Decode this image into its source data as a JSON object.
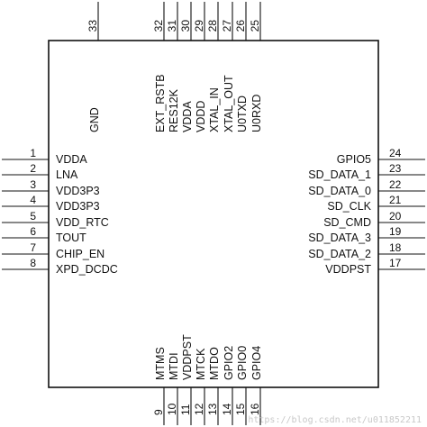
{
  "pins": {
    "top": [
      {
        "num": "33",
        "name": "GND"
      },
      {
        "num": "32",
        "name": "EXT_RSTB"
      },
      {
        "num": "31",
        "name": "RES12K"
      },
      {
        "num": "30",
        "name": "VDDA"
      },
      {
        "num": "29",
        "name": "VDDD"
      },
      {
        "num": "28",
        "name": "XTAL_IN"
      },
      {
        "num": "27",
        "name": "XTAL_OUT"
      },
      {
        "num": "26",
        "name": "U0TXD"
      },
      {
        "num": "25",
        "name": "U0RXD"
      }
    ],
    "left": [
      {
        "num": "1",
        "name": "VDDA"
      },
      {
        "num": "2",
        "name": "LNA"
      },
      {
        "num": "3",
        "name": "VDD3P3"
      },
      {
        "num": "4",
        "name": "VDD3P3"
      },
      {
        "num": "5",
        "name": "VDD_RTC"
      },
      {
        "num": "6",
        "name": "TOUT"
      },
      {
        "num": "7",
        "name": "CHIP_EN"
      },
      {
        "num": "8",
        "name": "XPD_DCDC"
      }
    ],
    "right": [
      {
        "num": "24",
        "name": "GPIO5"
      },
      {
        "num": "23",
        "name": "SD_DATA_1"
      },
      {
        "num": "22",
        "name": "SD_DATA_0"
      },
      {
        "num": "21",
        "name": "SD_CLK"
      },
      {
        "num": "20",
        "name": "SD_CMD"
      },
      {
        "num": "19",
        "name": "SD_DATA_3"
      },
      {
        "num": "18",
        "name": "SD_DATA_2"
      },
      {
        "num": "17",
        "name": "VDDPST"
      }
    ],
    "bottom": [
      {
        "num": "9",
        "name": "MTMS"
      },
      {
        "num": "10",
        "name": "MTDI"
      },
      {
        "num": "11",
        "name": "VDDPST"
      },
      {
        "num": "12",
        "name": "MTCK"
      },
      {
        "num": "13",
        "name": "MTDO"
      },
      {
        "num": "14",
        "name": "GPIO2"
      },
      {
        "num": "15",
        "name": "GPIO0"
      },
      {
        "num": "16",
        "name": "GPIO4"
      }
    ]
  },
  "watermark": "https://blog.csdn.net/u011852211"
}
